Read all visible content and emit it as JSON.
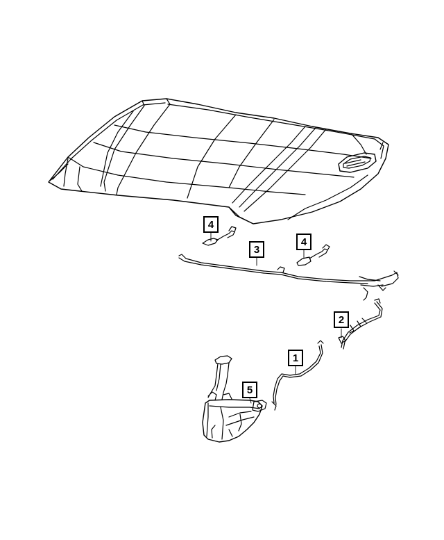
{
  "callouts": [
    {
      "id": "callout-4a",
      "label": "4"
    },
    {
      "id": "callout-3",
      "label": "3"
    },
    {
      "id": "callout-4b",
      "label": "4"
    },
    {
      "id": "callout-2",
      "label": "2"
    },
    {
      "id": "callout-1",
      "label": "1"
    },
    {
      "id": "callout-5",
      "label": "5"
    }
  ],
  "colors": {
    "line": "#000000",
    "background": "#ffffff"
  }
}
